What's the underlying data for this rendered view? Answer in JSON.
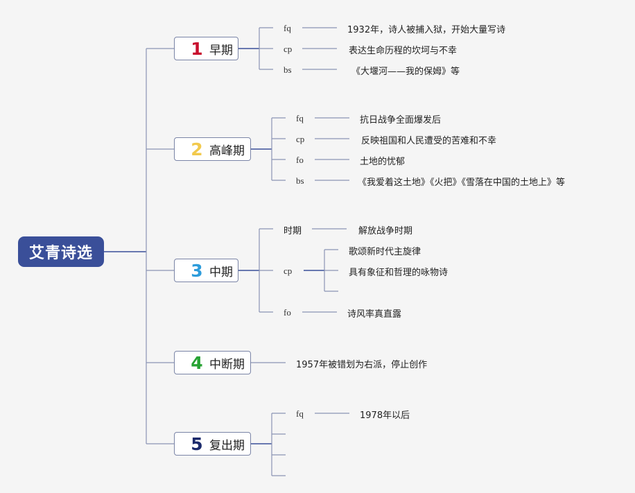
{
  "root": {
    "label": "艾青诗选"
  },
  "colors": {
    "line": "#8a93b3",
    "branch": "#3a4f99",
    "root_bg": "#3a4f99",
    "num1": "#c8102e",
    "num2": "#f2c94c",
    "num3": "#2d9cdb",
    "num4": "#27a233",
    "num5": "#1b2a6b"
  },
  "periods": [
    {
      "num": "1",
      "label": "早期",
      "items": [
        {
          "key": "fq",
          "value": "1932年，诗人被捕入狱，开始大量写诗"
        },
        {
          "key": "cp",
          "value": "表达生命历程的坎坷与不幸"
        },
        {
          "key": "bs",
          "value": "《大堰河——我的保姆》等"
        }
      ]
    },
    {
      "num": "2",
      "label": "高峰期",
      "items": [
        {
          "key": "fq",
          "value": "抗日战争全面爆发后"
        },
        {
          "key": "cp",
          "value": "反映祖国和人民遭受的苦难和不幸"
        },
        {
          "key": "fo",
          "value": "土地的忧郁"
        },
        {
          "key": "bs",
          "value": "《我爱着这土地》《火把》《雪落在中国的土地上》等"
        }
      ]
    },
    {
      "num": "3",
      "label": "中期",
      "items": [
        {
          "key": "时期",
          "value": "解放战争时期"
        },
        {
          "key": "cp",
          "values": [
            "歌颂新时代主旋律",
            "具有象征和哲理的咏物诗"
          ]
        },
        {
          "key": "fo",
          "value": "诗风率真直露"
        }
      ]
    },
    {
      "num": "4",
      "label": "中断期",
      "items": [
        {
          "value": "1957年被错划为右派，停止创作"
        }
      ]
    },
    {
      "num": "5",
      "label": "复出期",
      "items": [
        {
          "key": "fq",
          "value": "1978年以后"
        }
      ]
    }
  ]
}
